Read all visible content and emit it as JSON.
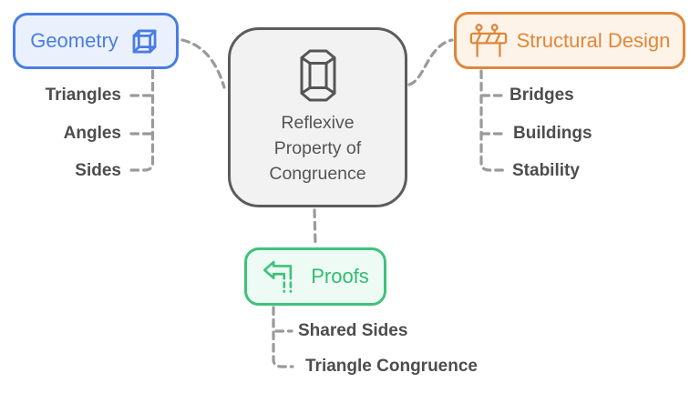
{
  "title": "Reflexive Property of Congruence concept map",
  "center": {
    "lines": [
      "Reflexive",
      "Property of",
      "Congruence"
    ],
    "icon": "prism-icon",
    "border_color": "#5c5c5c",
    "fill_color": "#f2f2f2",
    "text_color": "#555555"
  },
  "nodes": [
    {
      "id": "geometry",
      "label": "Geometry",
      "icon": "cube-icon",
      "accent_color": "#4a7de2",
      "fill_color": "#eaf1fc",
      "children": [
        "Triangles",
        "Angles",
        "Sides"
      ]
    },
    {
      "id": "structural-design",
      "label": "Structural Design",
      "icon": "construction-barrier-icon",
      "accent_color": "#e0873a",
      "fill_color": "#fdf3e8",
      "children": [
        "Bridges",
        "Buildings",
        "Stability"
      ]
    },
    {
      "id": "proofs",
      "label": "Proofs",
      "icon": "return-arrow-icon",
      "accent_color": "#3ec27c",
      "fill_color": "#eefbf4",
      "children": [
        "Shared Sides",
        "Triangle Congruence"
      ]
    }
  ],
  "style": {
    "connector_color": "#9a9a9a",
    "subtopic_text_color": "#4d4d4d",
    "background_color": "#ffffff"
  }
}
